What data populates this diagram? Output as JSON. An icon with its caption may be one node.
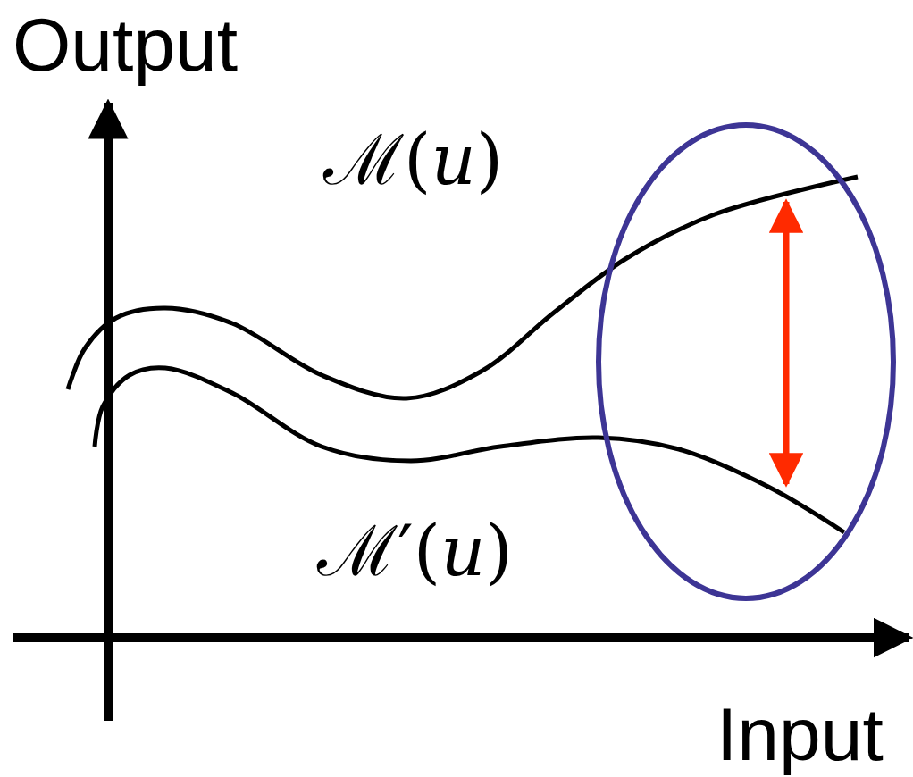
{
  "diagram": {
    "labels": [
      "Output",
      "ℳ(*u*)",
      "ℳ′(*u*)",
      "Input"
    ]
  }
}
